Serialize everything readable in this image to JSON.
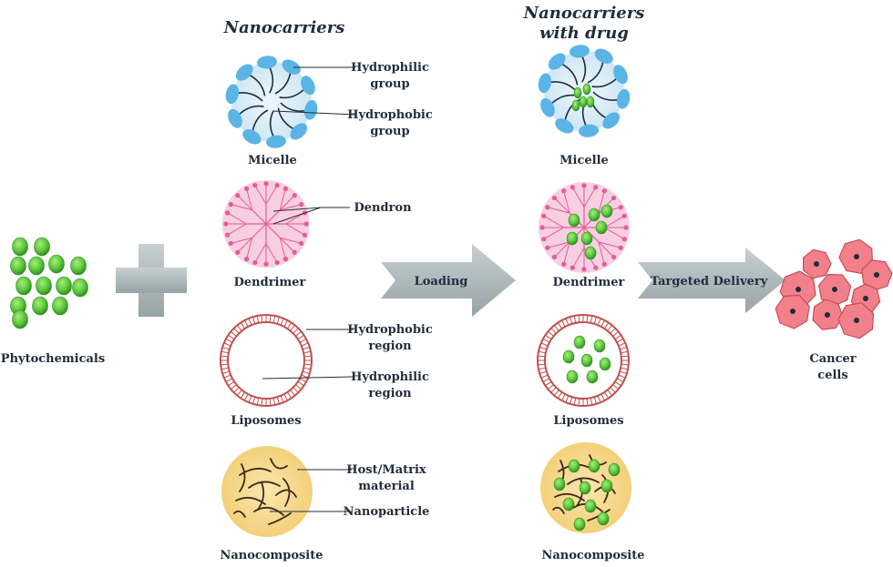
{
  "headers": {
    "nanocarriers": "Nanocarriers",
    "with_drug_line1": "Nanocarriers",
    "with_drug_line2": "with drug"
  },
  "phytochemicals_label": "Phytochemicals",
  "micelle": {
    "label": "Micelle",
    "callout_hydrophilic_1": "Hydrophilic",
    "callout_hydrophilic_2": "group",
    "callout_hydrophobic_1": "Hydrophobic",
    "callout_hydrophobic_2": "group"
  },
  "dendrimer": {
    "label": "Dendrimer",
    "callout_dendron": "Dendron"
  },
  "liposome": {
    "label": "Liposomes",
    "callout_hydrophobic_1": "Hydrophobic",
    "callout_hydrophobic_2": "region",
    "callout_hydrophilic_1": "Hydrophilic",
    "callout_hydrophilic_2": "region"
  },
  "nanocomposite": {
    "label": "Nanocomposite",
    "callout_host_1": "Host/Matrix",
    "callout_host_2": "material",
    "callout_nanoparticle": "Nanoparticle"
  },
  "loaded": {
    "micelle_label": "Micelle",
    "dendrimer_label": "Dendrimer",
    "liposome_label": "Liposomes",
    "nanocomposite_label": "Nanocomposite"
  },
  "arrows": {
    "loading": "Loading",
    "targeted": "Targeted Delivery"
  },
  "cancer": {
    "line1": "Cancer",
    "line2": "cells"
  },
  "colors": {
    "drug_green": "#5cc83c",
    "micelle_blue": "#5ab4e6",
    "micelle_core": "#d6ecf8",
    "dendrimer_pink": "#e65a9a",
    "dendrimer_bg": "#f6c8dc",
    "liposome_red": "#c0504d",
    "nanocomposite_bg": "#f8dc8c",
    "cancer_pink": "#f2808a",
    "arrow_grey": "#a8b4b8"
  }
}
